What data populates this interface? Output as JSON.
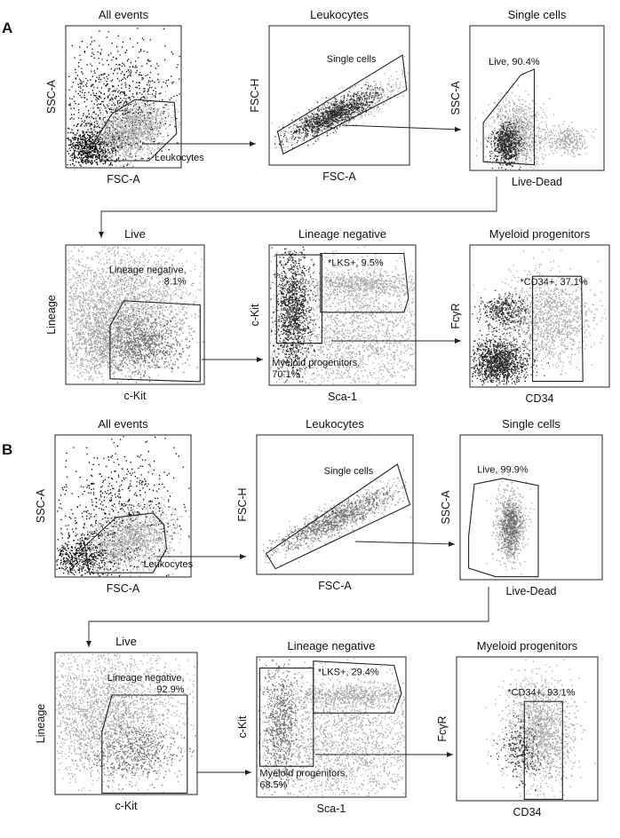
{
  "figure": {
    "sections": [
      {
        "letter": "A",
        "plots": [
          {
            "title": "All events",
            "xlabel": "FSC-A",
            "ylabel": "SSC-A",
            "gates": [
              {
                "label": "Leukocytes"
              }
            ]
          },
          {
            "title": "Leukocytes",
            "xlabel": "FSC-A",
            "ylabel": "FSC-H",
            "gates": [
              {
                "label": "Single cells"
              }
            ]
          },
          {
            "title": "Single cells",
            "xlabel": "Live-Dead",
            "ylabel": "SSC-A",
            "gates": [
              {
                "label": "Live, 90.4%"
              }
            ]
          },
          {
            "title": "Live",
            "xlabel": "c-Kit",
            "ylabel": "Lineage",
            "gates": [
              {
                "label_lines": [
                  "Lineage negative,",
                  "8.1%"
                ]
              }
            ]
          },
          {
            "title": "Lineage negative",
            "xlabel": "Sca-1",
            "ylabel": "c-Kit",
            "gates": [
              {
                "label": "*LKS+, 9.5%"
              },
              {
                "label_lines": [
                  "Myeloid progenitors,",
                  "70.1%"
                ]
              }
            ]
          },
          {
            "title": "Myeloid progenitors",
            "xlabel": "CD34",
            "ylabel": "FcγR",
            "gates": [
              {
                "label": "*CD34+, 37.1%"
              }
            ]
          }
        ]
      },
      {
        "letter": "B",
        "plots": [
          {
            "title": "All events",
            "xlabel": "FSC-A",
            "ylabel": "SSC-A",
            "gates": [
              {
                "label": "Leukocytes"
              }
            ]
          },
          {
            "title": "Leukocytes",
            "xlabel": "FSC-A",
            "ylabel": "FSC-H",
            "gates": [
              {
                "label": "Single cells"
              }
            ]
          },
          {
            "title": "Single cells",
            "xlabel": "Live-Dead",
            "ylabel": "SSC-A",
            "gates": [
              {
                "label": "Live, 99.9%"
              }
            ]
          },
          {
            "title": "Live",
            "xlabel": "c-Kit",
            "ylabel": "Lineage",
            "gates": [
              {
                "label_lines": [
                  "Lineage negative,",
                  "92.9%"
                ]
              }
            ]
          },
          {
            "title": "Lineage negative",
            "xlabel": "Sca-1",
            "ylabel": "c-Kit",
            "gates": [
              {
                "label": "*LKS+, 29.4%"
              },
              {
                "label_lines": [
                  "Myeloid progenitors,",
                  "68.5%"
                ]
              }
            ]
          },
          {
            "title": "Myeloid progenitors",
            "xlabel": "CD34",
            "ylabel": "FcγR",
            "gates": [
              {
                "label": "*CD34+, 93.1%"
              }
            ]
          }
        ]
      }
    ],
    "colors": {
      "frame": "#222222",
      "dense": "#2a2a2a",
      "light": "#a8a8a8",
      "mid": "#6a6a6a",
      "outlier": "#000000"
    }
  }
}
